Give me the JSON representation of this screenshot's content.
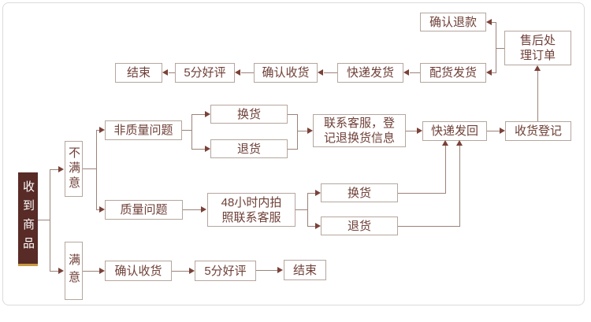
{
  "diagram": {
    "nodes": {
      "received": "收到商品",
      "unsatisfied": "不满意",
      "satisfied": "满意",
      "non_quality_issue": "非质量问题",
      "quality_issue": "质量问题",
      "exchange_a": "换货",
      "return_a": "退货",
      "contact_cs": {
        "line1": "联系客服，登",
        "line2": "记退换货信息"
      },
      "photo_48h": {
        "line1": "48小时内拍",
        "line2": "照联系客服"
      },
      "exchange_b": "换货",
      "return_b": "退货",
      "express_back": "快递发回",
      "receipt_register": "收货登记",
      "aftersales": {
        "line1": "售后处",
        "line2": "理订单"
      },
      "confirm_refund": "确认退款",
      "allocate_ship": "配货发货",
      "express_ship": "快递发货",
      "confirm_receipt_top": "确认收货",
      "rate_top": "5分好评",
      "end_top": "结束",
      "confirm_receipt_bottom": "确认收货",
      "rate_bottom": "5分好评",
      "end_bottom": "结束"
    },
    "colors": {
      "root_fill": "#582b27",
      "root_accent": "#c79a43",
      "box_border": "#b5a69e",
      "text": "#6f4038",
      "line": "#9b837a",
      "arrow": "#7a4138",
      "frame_border": "#dbdbdb"
    }
  }
}
